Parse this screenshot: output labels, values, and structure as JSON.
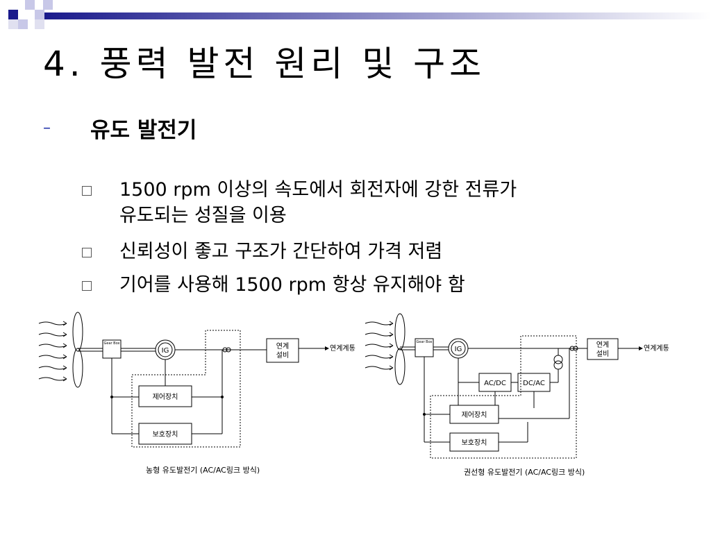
{
  "slide": {
    "title": "4. 풍력 발전 원리 및 구조",
    "subtitle_marker": "–",
    "subtitle": "유도 발전기",
    "bullets": [
      {
        "line1": "1500 rpm 이상의 속도에서 회전자에 강한 전류가",
        "line2": "유도되는 성질을 이용"
      },
      {
        "line1": "신뢰성이 좋고 구조가 간단하여 가격 저렴"
      },
      {
        "line1": "기어를 사용해 1500 rpm 항상 유지해야 함"
      }
    ]
  },
  "diagram_left": {
    "gearbox": "Gear Box",
    "generator": "IG",
    "equipment": "연계\n설비",
    "grid": "연계계통",
    "control": "제어장치",
    "protection": "보호장치",
    "caption": "농형 유도발전기 (AC/AC링크 방식)"
  },
  "diagram_right": {
    "gearbox": "Gear Box",
    "generator": "IG",
    "converter1": "AC/DC",
    "converter2": "DC/AC",
    "equipment": "연계\n설비",
    "grid": "연계계통",
    "control": "제어장치",
    "protection": "보호장치",
    "caption": "권선형 유도발전기 (AC/AC링크 방식)"
  }
}
